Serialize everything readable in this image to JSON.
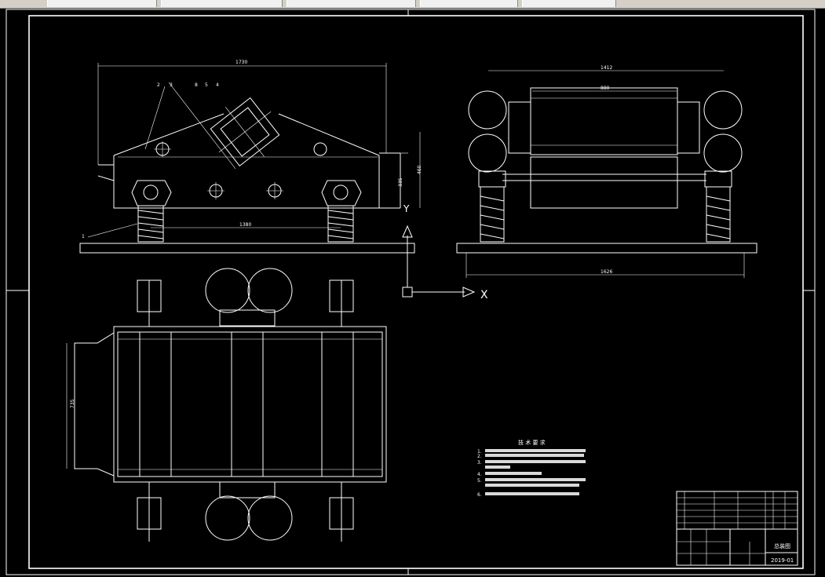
{
  "tabs": [
    "",
    "",
    "",
    "",
    ""
  ],
  "dimensions": {
    "front_width": "1730",
    "front_height_total": "460",
    "front_height_inner": "335",
    "spring_spacing": "1380",
    "side_top_width": "1412",
    "side_inner_width": "880",
    "side_base_width": "1626",
    "plan_height": "735"
  },
  "part_numbers": [
    "2",
    "3",
    "8",
    "5",
    "4",
    "1"
  ],
  "axis_labels": {
    "x": "X",
    "y": "Y"
  },
  "tech_notes": {
    "title": "技 术 要 求",
    "items": [
      "1.",
      "2.",
      "3.",
      "4.",
      "5.",
      "6."
    ]
  },
  "title_block": {
    "drawing_name": "总装图",
    "drawing_number": "2019-01"
  }
}
